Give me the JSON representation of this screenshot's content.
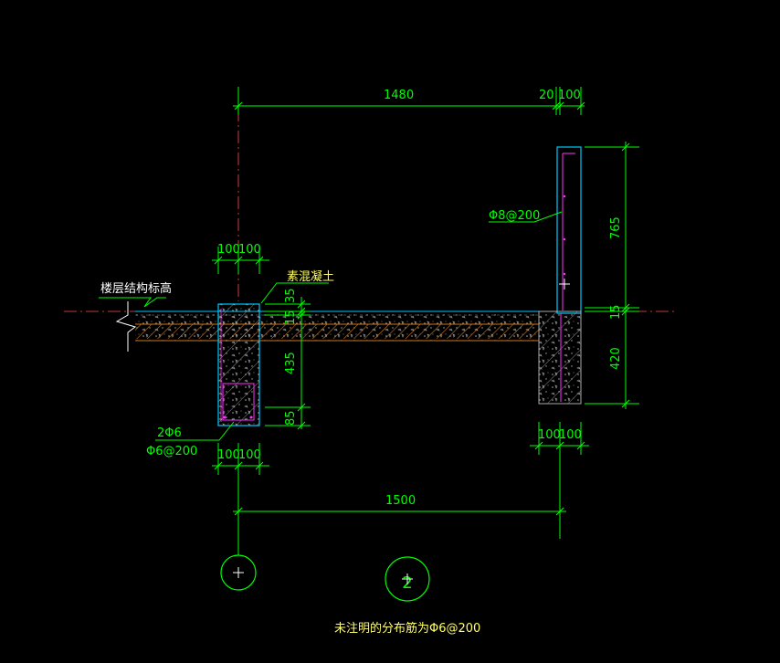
{
  "colors": {
    "dim": "#00ff00",
    "outline": "#00c8ff",
    "rebar": "#ff33ff",
    "text_yellow": "#ffff66",
    "text_white": "#ffffff",
    "center_line": "#ff4d4d",
    "hatch": "#c87820",
    "concrete": "#999999",
    "background": "#000000"
  },
  "dimensions": {
    "top_span": "1480",
    "top_gap": "20",
    "top_wall": "100",
    "left_top_a": "100",
    "left_top_b": "100",
    "left_bottom_a": "100",
    "left_bottom_b": "100",
    "right_bottom_a": "100",
    "right_bottom_b": "100",
    "bottom_span": "1500",
    "beam_35": "35",
    "beam_15": "15",
    "beam_435": "435",
    "beam_85": "85",
    "right_765": "765",
    "right_15": "15",
    "right_420": "420"
  },
  "labels": {
    "floor_level": "楼层结构标高",
    "cement_mortar": "素混凝土",
    "wall_rebar": "Φ8@200",
    "beam_main_rebar": "2Φ6",
    "beam_stirrup": "Φ6@200",
    "axis_right": "2",
    "note": "未注明的分布筋为Φ6@200"
  },
  "icons": {
    "axis_left": "axis-bubble-icon",
    "axis_right": "axis-bubble-icon",
    "cursor": "crosshair-cursor-icon",
    "break_line": "break-line-icon"
  }
}
